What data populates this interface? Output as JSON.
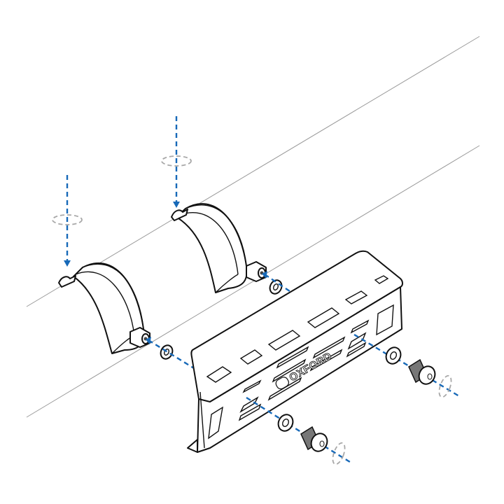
{
  "diagram": {
    "type": "assembly-instruction",
    "subject": "Exhaust heat shield fitting onto pipe with hose clamps",
    "brand_label": "OXFORD",
    "colors": {
      "guide_line": "#1769b8",
      "rotation_hint": "#a8a8a8",
      "outline": "#111111",
      "pipe_edge": "#9a9a9a",
      "background": "#ffffff"
    },
    "parts": [
      {
        "id": "pipe",
        "label": "Exhaust pipe"
      },
      {
        "id": "clamp-1",
        "label": "Hose clamp (left) with threaded boss"
      },
      {
        "id": "clamp-2",
        "label": "Hose clamp (right) with threaded boss"
      },
      {
        "id": "washer-1",
        "label": "Washer"
      },
      {
        "id": "washer-2",
        "label": "Washer"
      },
      {
        "id": "washer-3",
        "label": "Washer"
      },
      {
        "id": "washer-4",
        "label": "Washer"
      },
      {
        "id": "bolt-1",
        "label": "Button-head bolt"
      },
      {
        "id": "bolt-2",
        "label": "Button-head bolt"
      },
      {
        "id": "heat-shield",
        "label": "Perforated heat shield"
      }
    ],
    "steps": [
      {
        "action": "tighten clamp screws",
        "direction": "down",
        "count": 2
      },
      {
        "action": "insert bolts through shield and washers",
        "direction": "into clamp bosses",
        "count": 2
      }
    ]
  }
}
